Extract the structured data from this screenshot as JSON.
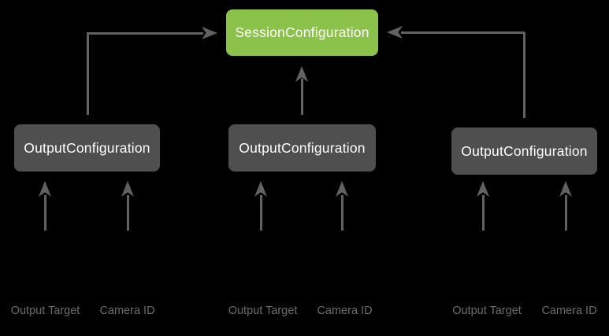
{
  "diagram": {
    "session_box": {
      "label": "SessionConfiguration"
    },
    "output_boxes": [
      {
        "label": "OutputConfiguration"
      },
      {
        "label": "OutputConfiguration"
      },
      {
        "label": "OutputConfiguration"
      }
    ],
    "groups": [
      {
        "inputs": [
          "Output Target",
          "Camera ID"
        ]
      },
      {
        "inputs": [
          "Output Target",
          "Camera ID"
        ]
      },
      {
        "inputs": [
          "Output Target",
          "Camera ID"
        ]
      }
    ],
    "colors": {
      "background": "#000000",
      "session_fill": "#8BC34A",
      "output_fill": "#4F4F4F",
      "arrow": "#616161",
      "label_text": "#6B6B6B",
      "box_text": "#FFFFFF"
    }
  }
}
